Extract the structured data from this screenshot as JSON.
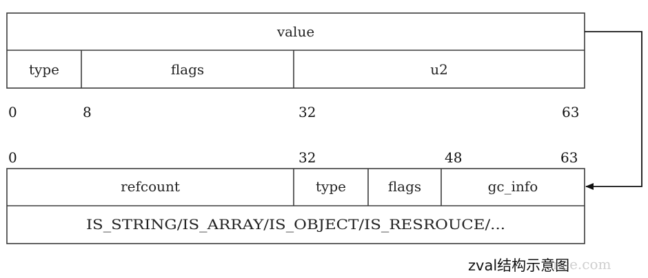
{
  "zval": {
    "value_label": "value",
    "type_label": "type",
    "flags_label": "flags",
    "u2_label": "u2",
    "bits": [
      "0",
      "8",
      "32",
      "63"
    ]
  },
  "refcounted": {
    "bits": [
      "0",
      "32",
      "48",
      "63"
    ],
    "refcount_label": "refcount",
    "type_label": "type",
    "flags_label": "flags",
    "gc_info_label": "gc_info",
    "types_label": "IS_STRING/IS_ARRAY/IS_OBJECT/IS_RESROUCE/..."
  },
  "caption": "zval结构示意图",
  "watermark": "nce.com",
  "colors": {
    "line": "#3a3a3a",
    "text": "#222222",
    "background": "#ffffff",
    "watermark": "#cfcfcf"
  }
}
